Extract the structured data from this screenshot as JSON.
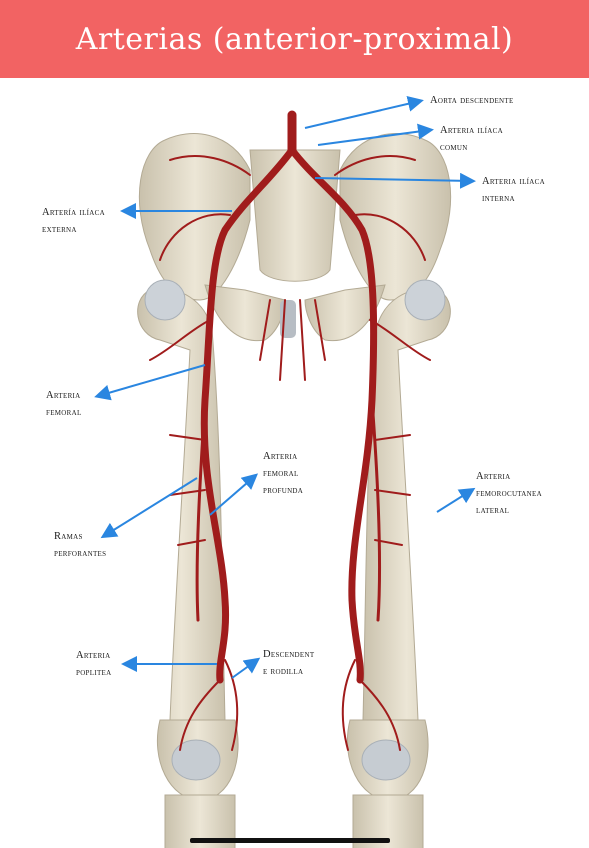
{
  "title": "Arterias (anterior-proximal)",
  "colors": {
    "header": "#f26363",
    "bone": "#e2dccb",
    "artery": "#a01c1c",
    "arrow": "#2a86e0"
  },
  "labels": [
    {
      "id": "aorta",
      "lines": [
        "Aorta descendente"
      ]
    },
    {
      "id": "iliaca-comun",
      "lines": [
        "Arteria ilíaca",
        "comun"
      ]
    },
    {
      "id": "iliaca-interna",
      "lines": [
        "Arteria ilíaca",
        "interna"
      ]
    },
    {
      "id": "iliaca-externa",
      "lines": [
        "Artería ilíaca",
        "externa"
      ]
    },
    {
      "id": "femoral",
      "lines": [
        "Arteria",
        "femoral"
      ]
    },
    {
      "id": "femoral-profunda",
      "lines": [
        "Arteria",
        "femoral",
        "profunda"
      ]
    },
    {
      "id": "femorocutanea",
      "lines": [
        "Arteria",
        "femorocutanea",
        "lateral"
      ]
    },
    {
      "id": "ramas",
      "lines": [
        "Ramas",
        "perforantes"
      ]
    },
    {
      "id": "poplitea",
      "lines": [
        "Arteria",
        "poplitea"
      ]
    },
    {
      "id": "descendente",
      "lines": [
        "Descendent",
        "e rodilla"
      ]
    }
  ]
}
